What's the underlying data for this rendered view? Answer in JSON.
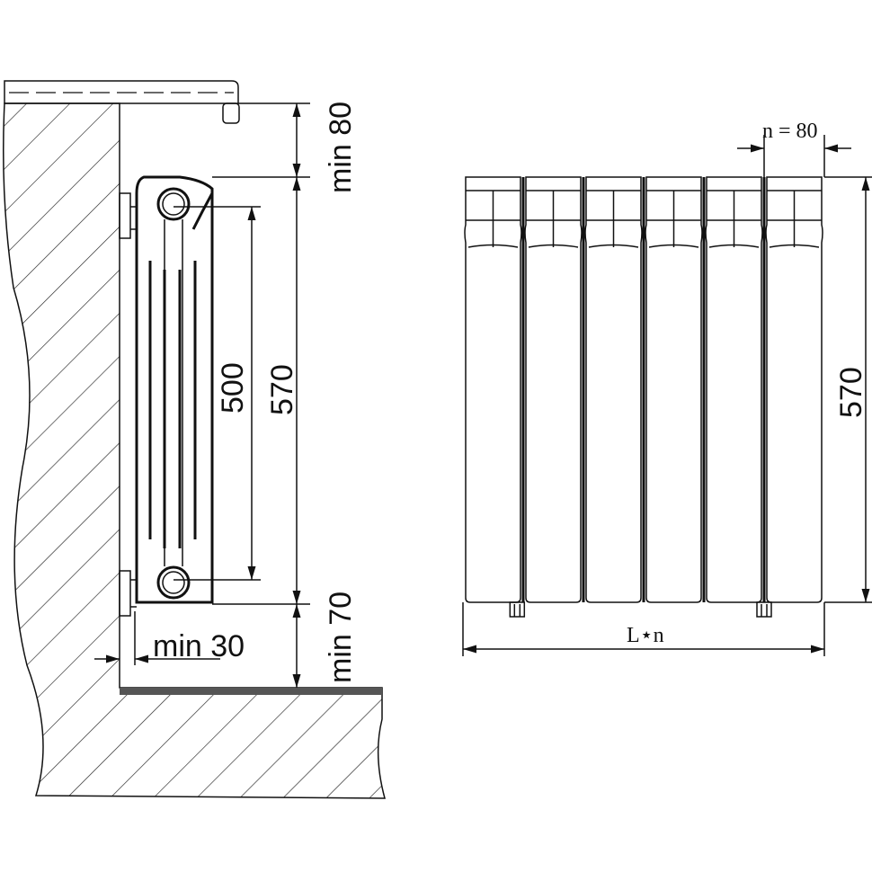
{
  "side_view": {
    "top_clearance": "min 80",
    "axis_distance": "500",
    "height": "570",
    "bottom_clearance": "min 70",
    "wall_gap": "min 30"
  },
  "front_view": {
    "section_width": "n = 80",
    "height": "570",
    "total_length": "L⋆n",
    "section_count": 6
  }
}
